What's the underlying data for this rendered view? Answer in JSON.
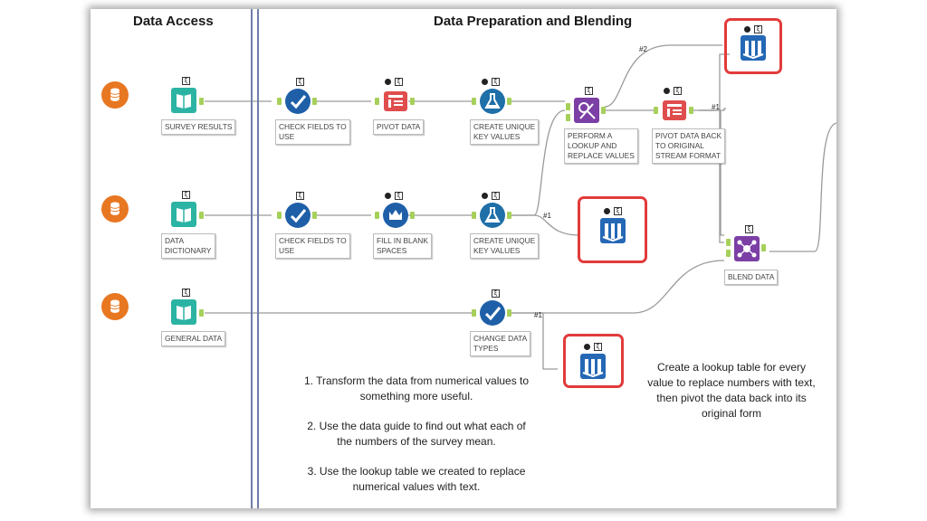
{
  "sections": {
    "data_access": "Data Access",
    "prep_blend": "Data Preparation and Blending"
  },
  "tools": [
    {
      "id": "survey",
      "icon": "input-data-icon",
      "label": "SURVEY RESULTS"
    },
    {
      "id": "dictionary",
      "icon": "input-data-icon",
      "label": "DATA\nDICTIONARY"
    },
    {
      "id": "general",
      "icon": "input-data-icon",
      "label": "GENERAL DATA"
    },
    {
      "id": "select1",
      "icon": "select-icon",
      "label": "CHECK FIELDS TO\nUSE"
    },
    {
      "id": "select2",
      "icon": "select-icon",
      "label": "CHECK FIELDS TO\nUSE"
    },
    {
      "id": "pivot",
      "icon": "transpose-icon",
      "label": "PIVOT DATA"
    },
    {
      "id": "fill",
      "icon": "multi-row-icon",
      "label": "FILL IN BLANK\nSPACES"
    },
    {
      "id": "formula1",
      "icon": "formula-icon",
      "label": "CREATE UNIQUE\nKEY VALUES"
    },
    {
      "id": "formula2",
      "icon": "formula-icon",
      "label": "CREATE UNIQUE\nKEY VALUES"
    },
    {
      "id": "changetype",
      "icon": "select-icon",
      "label": "CHANGE DATA\nTYPES"
    },
    {
      "id": "lookup",
      "icon": "find-replace-icon",
      "label": "PERFORM A\nLOOKUP AND\nREPLACE VALUES"
    },
    {
      "id": "crosstab",
      "icon": "crosstab-icon",
      "label": "PIVOT DATA BACK\nTO ORIGINAL\nSTREAM FORMAT"
    },
    {
      "id": "blend",
      "icon": "join-multiple-icon",
      "label": "BLEND DATA"
    }
  ],
  "connection_labels": [
    "#2",
    "#1",
    "#1",
    "#1"
  ],
  "notes": {
    "steps": [
      "1. Transform the data from numerical values to",
      "something more useful.",
      "2. Use the data guide to find out what each of",
      "the numbers of the survey mean.",
      "3. Use the lookup table we created to replace",
      "numerical values with text."
    ],
    "side": [
      "Create a lookup table for every",
      "value to replace numbers with text,",
      "then pivot the data back into its",
      "original form"
    ]
  },
  "colors": {
    "input": "#e87722",
    "input_book": "#2bb3a3",
    "select": "#1f5fa8",
    "transpose": "#e04d4d",
    "formula": "#1f6fa8",
    "find_replace": "#7b3fa5",
    "join_multiple": "#7b3fa5",
    "browse": "#2568b5",
    "highlight": "#e23b3b",
    "anchor": "#a6d05a"
  },
  "browse_icons": [
    "browse-icon",
    "browse-icon",
    "browse-icon"
  ]
}
